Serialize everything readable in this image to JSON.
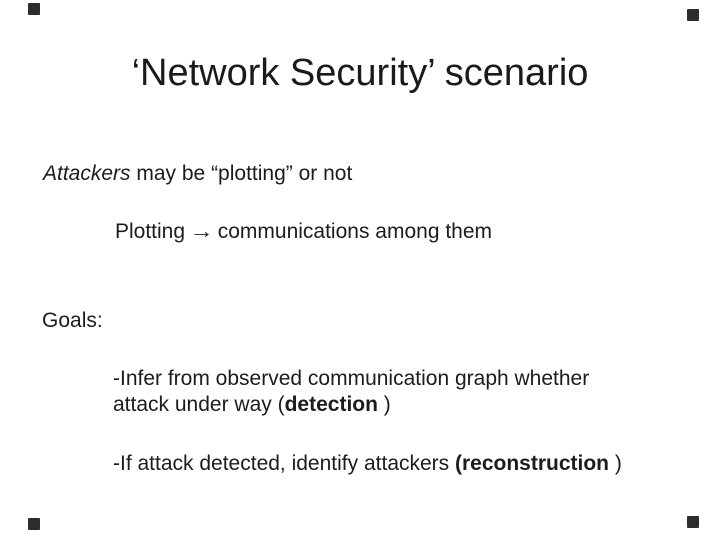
{
  "slide": {
    "title": "‘Network Security’ scenario",
    "attackers_line": {
      "italic_lead": "Attackers",
      "rest": " may be “plotting” or not"
    },
    "plotting_line": {
      "lead": "Plotting ",
      "arrow": "→",
      "rest": " communications among them"
    },
    "goals_label": "Goals:",
    "goal_detection": {
      "line1": "-Infer from observed communication graph whether",
      "line2_pre": "attack under way (",
      "bold_word": "detection",
      "line2_post": " )"
    },
    "goal_reconstruction": {
      "pre": "-If attack detected, identify attackers ",
      "bold_word": "(reconstruction",
      "post": " )"
    }
  },
  "colors": {
    "background": "#ffffff",
    "text": "#1c1c1c",
    "corner_mark": "#1b1b1b"
  }
}
